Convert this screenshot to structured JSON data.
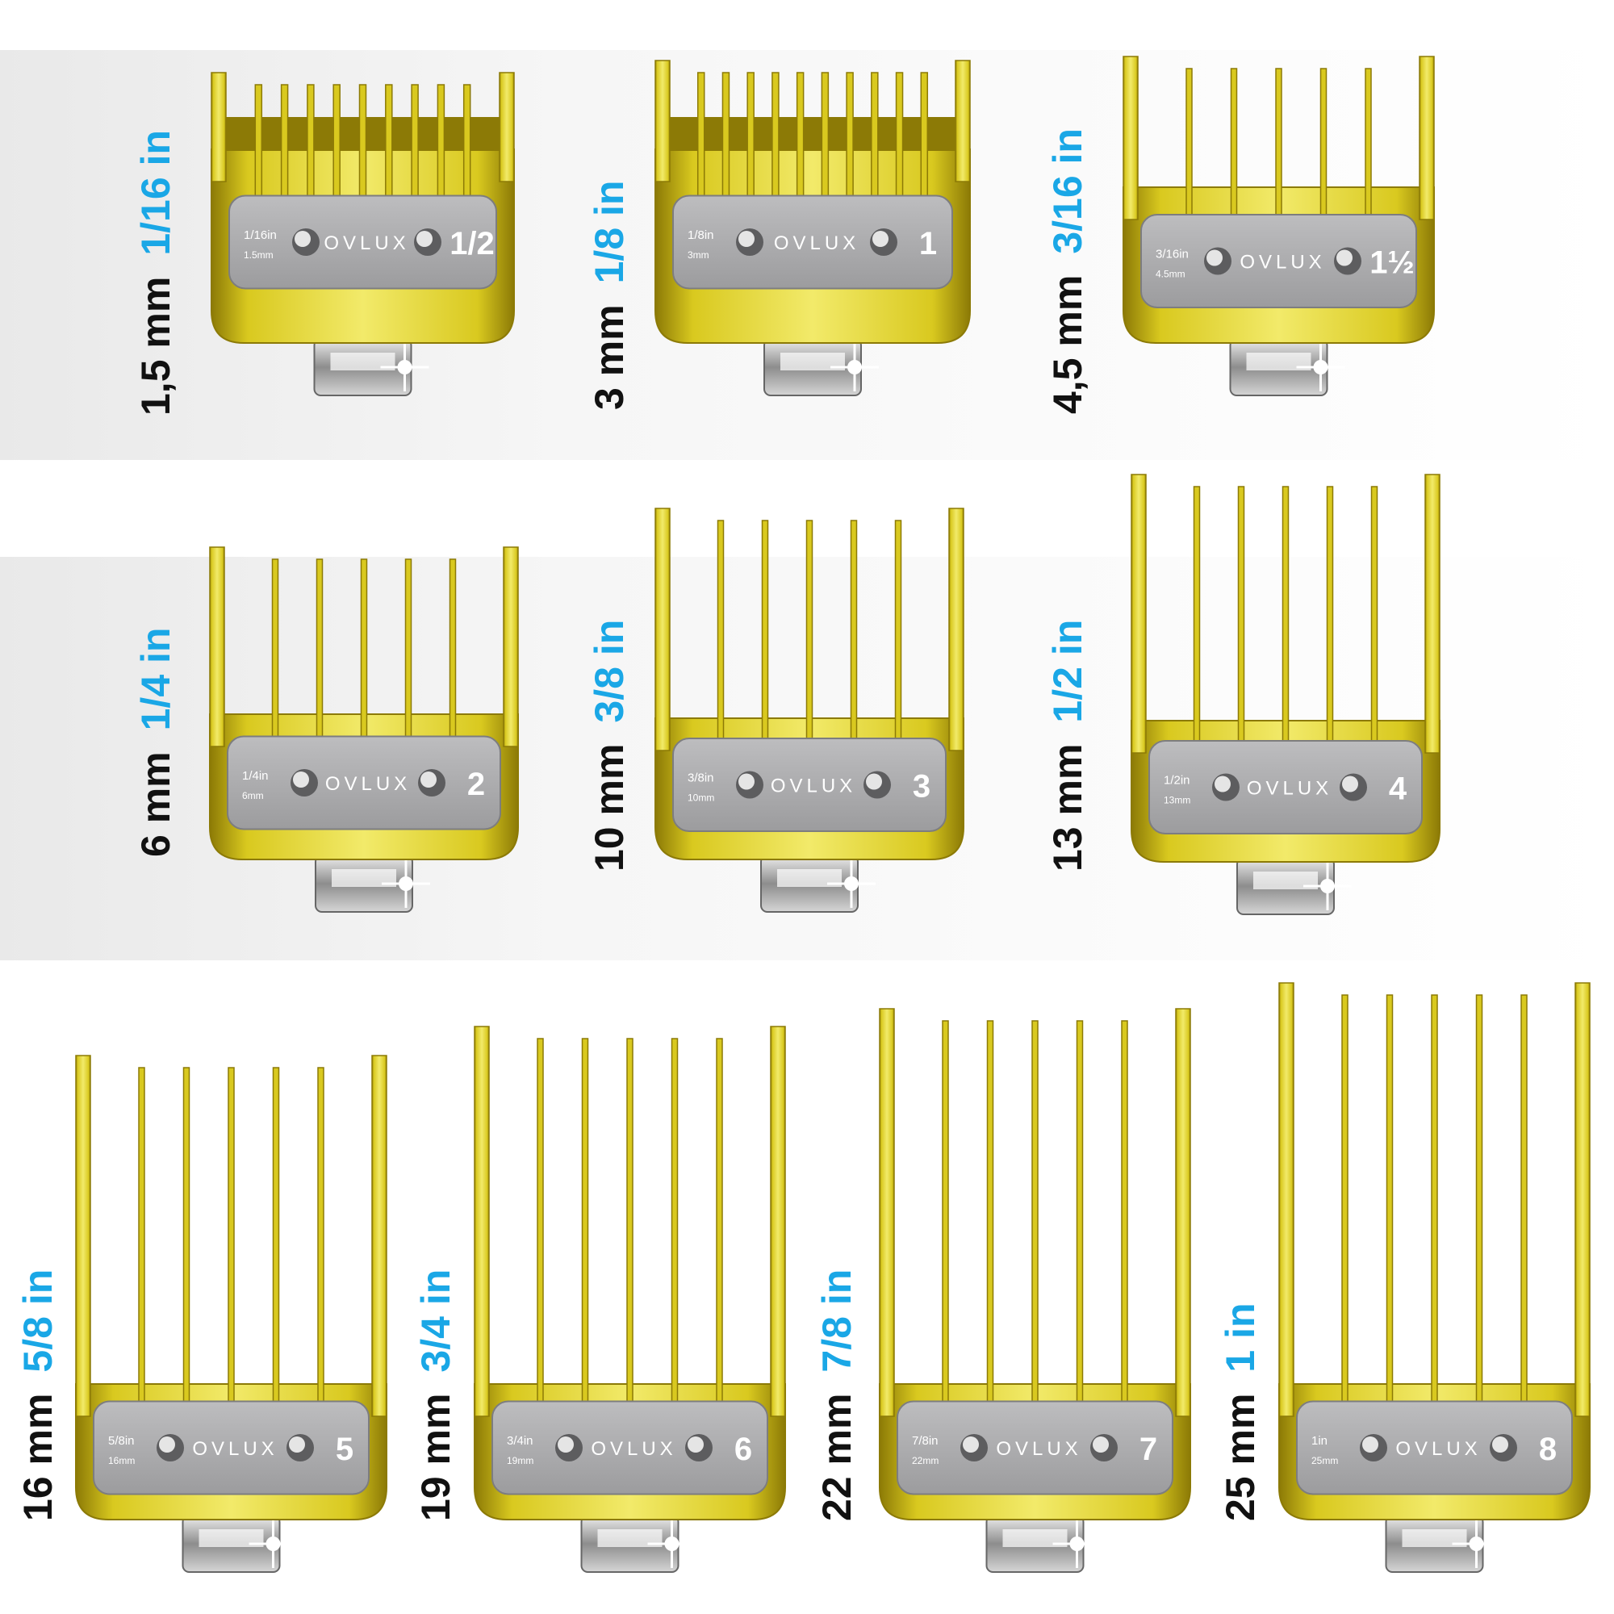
{
  "brand": "OVLUX",
  "colors": {
    "gold": "#d9c91f",
    "gold_dark": "#8c7a06",
    "gold_light": "#f2ea6a",
    "plate": "#a9a9ab",
    "mm_text": "#111111",
    "in_text": "#1aa7e6"
  },
  "guards": [
    {
      "id": "g-half",
      "mm": "1,5 mm",
      "inch": "1/16 in",
      "plate_in": "1/16in",
      "plate_mm": "1.5mm",
      "number": "1/2"
    },
    {
      "id": "g-1",
      "mm": "3 mm",
      "inch": "1/8 in",
      "plate_in": "1/8in",
      "plate_mm": "3mm",
      "number": "1"
    },
    {
      "id": "g-1h",
      "mm": "4,5 mm",
      "inch": "3/16 in",
      "plate_in": "3/16in",
      "plate_mm": "4.5mm",
      "number": "1½"
    },
    {
      "id": "g-2",
      "mm": "6 mm",
      "inch": "1/4 in",
      "plate_in": "1/4in",
      "plate_mm": "6mm",
      "number": "2"
    },
    {
      "id": "g-3",
      "mm": "10 mm",
      "inch": "3/8 in",
      "plate_in": "3/8in",
      "plate_mm": "10mm",
      "number": "3"
    },
    {
      "id": "g-4",
      "mm": "13 mm",
      "inch": "1/2 in",
      "plate_in": "1/2in",
      "plate_mm": "13mm",
      "number": "4"
    },
    {
      "id": "g-5",
      "mm": "16 mm",
      "inch": "5/8 in",
      "plate_in": "5/8in",
      "plate_mm": "16mm",
      "number": "5"
    },
    {
      "id": "g-6",
      "mm": "19 mm",
      "inch": "3/4 in",
      "plate_in": "3/4in",
      "plate_mm": "19mm",
      "number": "6"
    },
    {
      "id": "g-7",
      "mm": "22 mm",
      "inch": "7/8 in",
      "plate_in": "7/8in",
      "plate_mm": "22mm",
      "number": "7"
    },
    {
      "id": "g-8",
      "mm": "25 mm",
      "inch": "1 in",
      "plate_in": "1in",
      "plate_mm": "25mm",
      "number": "8"
    }
  ]
}
